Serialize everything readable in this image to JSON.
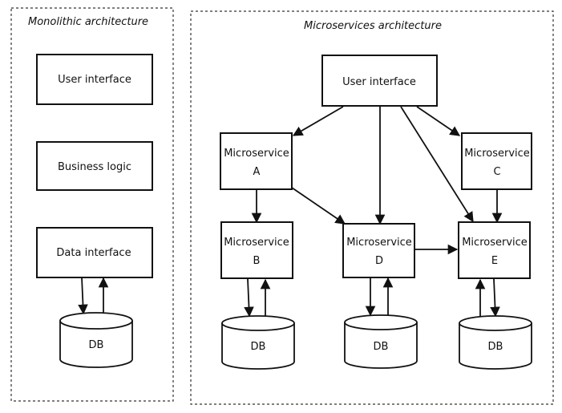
{
  "monolith": {
    "title": "Monolithic architecture",
    "layers": [
      "User interface",
      "Business logic",
      "Data interface"
    ],
    "db": "DB"
  },
  "microservices": {
    "title": "Microservices architecture",
    "ui": "User interface",
    "service_word": "Microservice",
    "services": {
      "A": "A",
      "B": "B",
      "C": "C",
      "D": "D",
      "E": "E"
    },
    "dbs": [
      "DB",
      "DB",
      "DB"
    ]
  }
}
